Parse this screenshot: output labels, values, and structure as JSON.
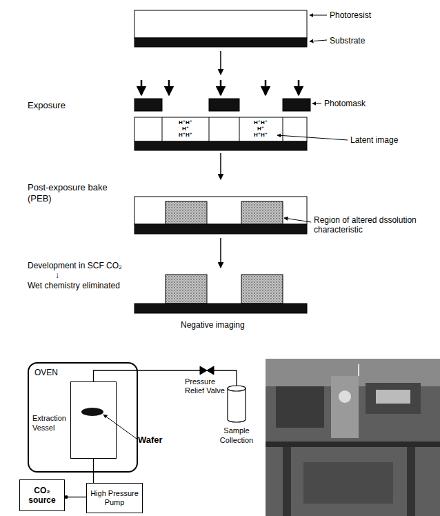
{
  "diagram": {
    "nodes": [
      {
        "text": [
          "OVEN"
        ]
      },
      {
        "text": [
          "Extraction Vessel"
        ],
        "in": 0
      },
      {
        "text": [
          "CO₂ source"
        ]
      },
      {
        "text": [
          "High Pressure Pump"
        ]
      },
      {
        "text": [
          "Sample Collection"
        ]
      }
    ],
    "edges": [
      {
        "from": 2,
        "to": 3,
        "arrow": "none"
      },
      {
        "from": 3,
        "to": 1,
        "arrow": "none"
      },
      {
        "from": 1,
        "to": 4,
        "arrow": "none"
      }
    ],
    "labels": [
      "Photoresist",
      "Substrate",
      "Exposure",
      "Photomask",
      "H⁺H⁺ H⁺ H⁺H⁺",
      "H⁺H⁺ H⁺ H⁺H⁺",
      "Latent image",
      "Post-exposure bake (PEB)",
      "Region of altered dssolution characteristic",
      "Development in SCF CO₂",
      "↓",
      "Wet chemistry eliminated",
      "Negative imaging",
      "Pressure Relief Valve",
      "Wafer"
    ]
  }
}
